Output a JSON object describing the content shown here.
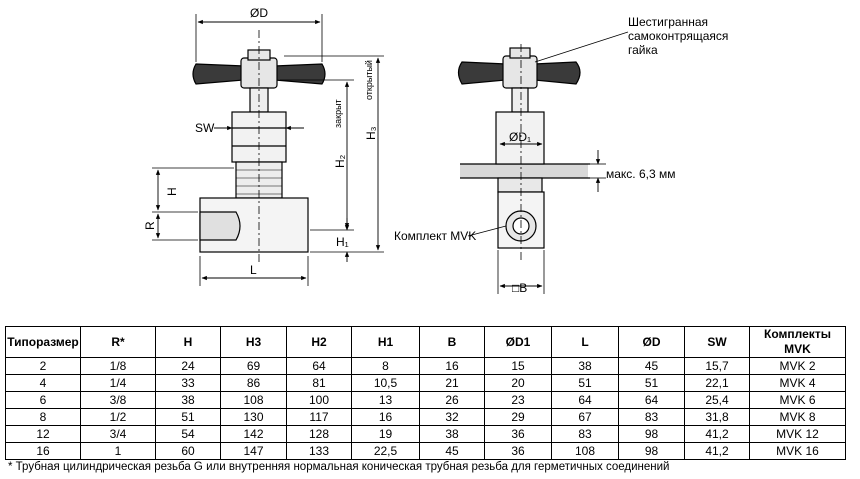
{
  "drawing": {
    "labels": {
      "od": "ØD",
      "sw": "SW",
      "h": "H",
      "r": "R",
      "h2": "H₂",
      "h3": "H₃",
      "h1": "H₁",
      "l": "L",
      "closed": "закрыт",
      "open": "открытый",
      "od1": "ØD₁",
      "b": "□B"
    },
    "callouts": {
      "hex_nut_line1": "Шестигранная",
      "hex_nut_line2": "самоконтрящаяся",
      "hex_nut_line3": "гайка",
      "max_thickness": "макс. 6,3 мм",
      "mvk_kit": "Комплект MVK"
    }
  },
  "table": {
    "headers": [
      "Типоразмер",
      "R*",
      "H",
      "H3",
      "H2",
      "H1",
      "B",
      "ØD1",
      "L",
      "ØD",
      "SW",
      "Комплекты MVK"
    ],
    "rows": [
      [
        "2",
        "1/8",
        "24",
        "69",
        "64",
        "8",
        "16",
        "15",
        "38",
        "45",
        "15,7",
        "MVK 2"
      ],
      [
        "4",
        "1/4",
        "33",
        "86",
        "81",
        "10,5",
        "21",
        "20",
        "51",
        "51",
        "22,1",
        "MVK 4"
      ],
      [
        "6",
        "3/8",
        "38",
        "108",
        "100",
        "13",
        "26",
        "23",
        "64",
        "64",
        "25,4",
        "MVK 6"
      ],
      [
        "8",
        "1/2",
        "51",
        "130",
        "117",
        "16",
        "32",
        "29",
        "67",
        "83",
        "31,8",
        "MVK 8"
      ],
      [
        "12",
        "3/4",
        "54",
        "142",
        "128",
        "19",
        "38",
        "36",
        "83",
        "98",
        "41,2",
        "MVK 12"
      ],
      [
        "16",
        "1",
        "60",
        "147",
        "133",
        "22,5",
        "45",
        "36",
        "108",
        "98",
        "41,2",
        "MVK 16"
      ]
    ]
  },
  "footnote": "* Трубная цилиндрическая резьба G или внутренняя нормальная коническая трубная резьба для герметичных соединений"
}
